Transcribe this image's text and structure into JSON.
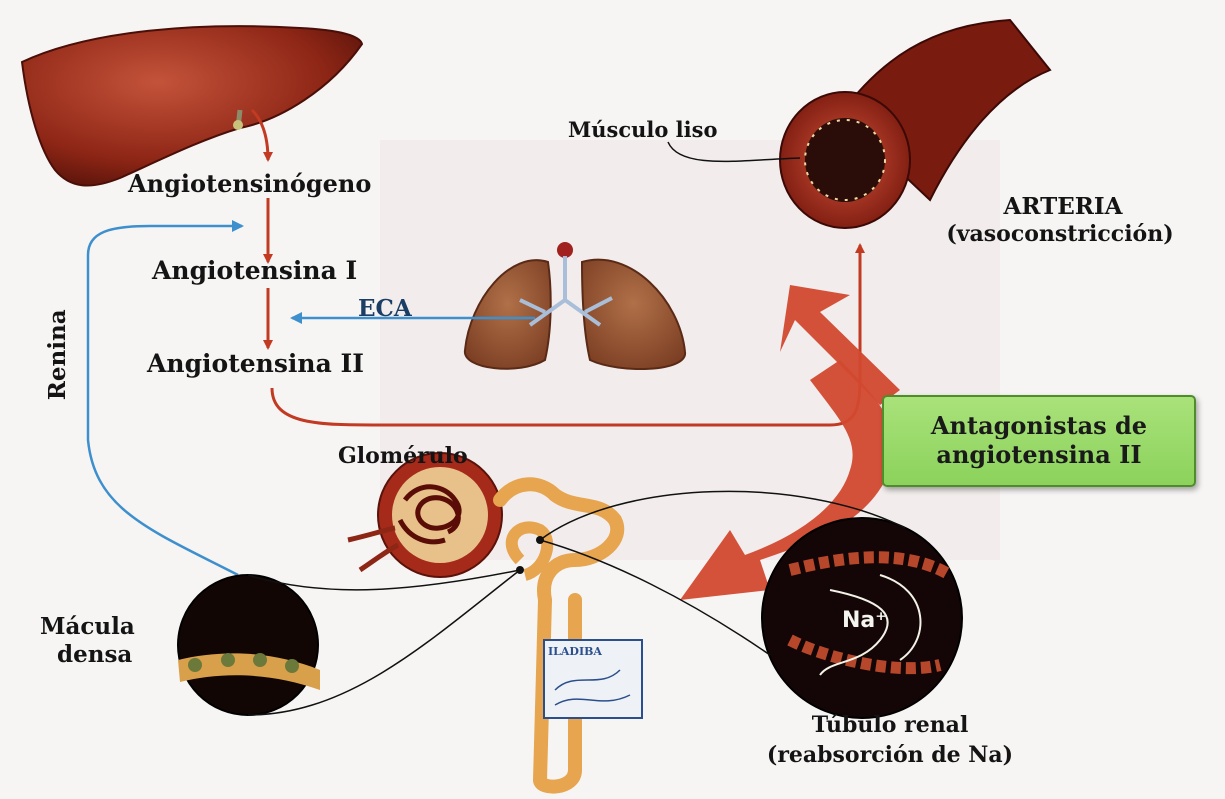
{
  "labels": {
    "angiotensinogeno": "Angiotensinógeno",
    "angiotensina_i": "Angiotensina I",
    "eca": "ECA",
    "angiotensina_ii": "Angiotensina II",
    "musculo_liso": "Músculo liso",
    "arteria": "ARTERIA",
    "vasoconstriccion": "(vasoconstricción)",
    "renina": "Renina",
    "glomerulo": "Glomérulo",
    "macula": "Mácula",
    "densa": "densa",
    "tubulo_renal": "Túbulo renal",
    "reabsorcion": "(reabsorción de Na)",
    "antagonistas": "Antagonistas de\nangiotensina II",
    "na_ion": "Na⁺",
    "stamp": "ILADIBA"
  },
  "colors": {
    "organ_red": "#9c2b1a",
    "arrow_red": "#c23a22",
    "renina_blue": "#3d8fce",
    "antagonist_green": "#8cd25c",
    "tubule_orange": "#e6a54e"
  }
}
